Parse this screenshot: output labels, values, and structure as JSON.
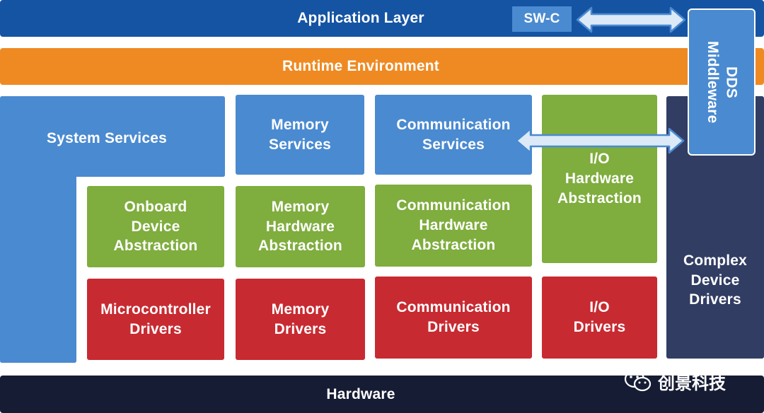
{
  "layers": {
    "application": "Application Layer",
    "swc": "SW-C",
    "runtime": "Runtime Environment",
    "hardware": "Hardware",
    "dds": "DDS\nMiddleware"
  },
  "services": {
    "system": "System Services",
    "memory": "Memory\nServices",
    "communication": "Communication\nServices"
  },
  "abstraction": {
    "onboard": "Onboard\nDevice\nAbstraction",
    "memory": "Memory\nHardware\nAbstraction",
    "communication": "Communication\nHardware\nAbstraction",
    "io": "I/O\nHardware\nAbstraction"
  },
  "drivers": {
    "microcontroller": "Microcontroller\nDrivers",
    "memory": "Memory\nDrivers",
    "communication": "Communication\nDrivers",
    "io": "I/O\nDrivers",
    "complex": "Complex\nDevice\nDrivers"
  },
  "watermark": {
    "text": "创景科技",
    "icon": "wechat-icon"
  },
  "colors": {
    "application": "#1554a3",
    "runtime": "#ef8a22",
    "services_blue": "#4a8ad0",
    "abstraction_green": "#7fad3e",
    "drivers_red": "#c82a31",
    "complex_navy": "#313d63",
    "hardware": "#161c33"
  }
}
